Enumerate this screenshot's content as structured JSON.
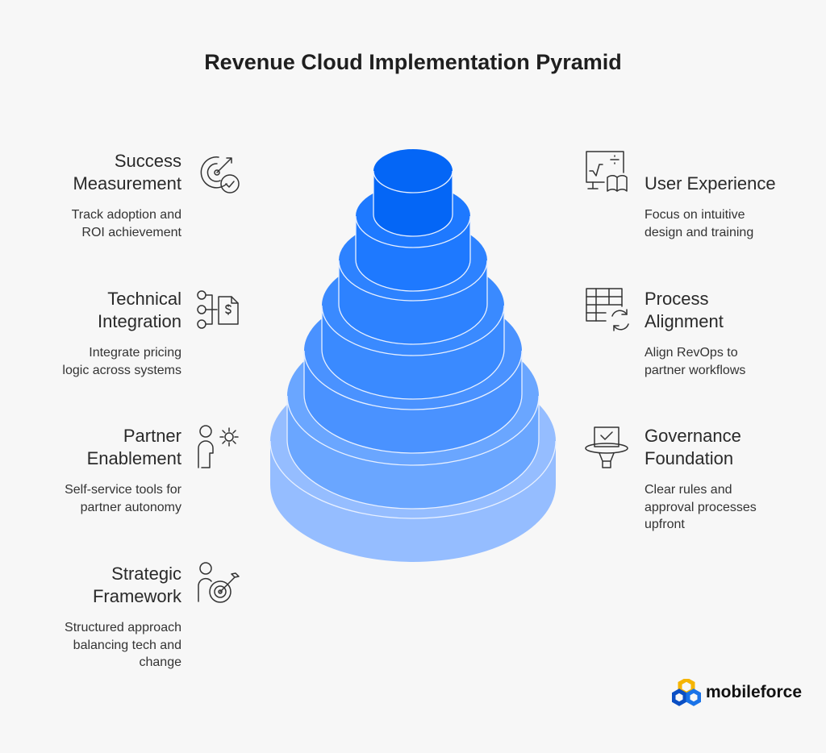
{
  "title": "Revenue Cloud Implementation Pyramid",
  "left": [
    {
      "title_lines": [
        "Success",
        "Measurement"
      ],
      "desc_lines": [
        "Track adoption and",
        "ROI achievement"
      ],
      "icon": "target-check-icon"
    },
    {
      "title_lines": [
        "Technical",
        "Integration"
      ],
      "desc_lines": [
        "Integrate pricing",
        "logic across systems"
      ],
      "icon": "integration-dollar-icon"
    },
    {
      "title_lines": [
        "Partner",
        "Enablement"
      ],
      "desc_lines": [
        "Self-service tools for",
        "partner autonomy"
      ],
      "icon": "person-gear-icon"
    },
    {
      "title_lines": [
        "Strategic",
        "Framework"
      ],
      "desc_lines": [
        "Structured approach",
        "balancing tech and",
        "change"
      ],
      "icon": "person-target-icon"
    }
  ],
  "right": [
    {
      "title_lines": [
        "User Experience"
      ],
      "desc_lines": [
        "Focus on intuitive",
        "design and training"
      ],
      "icon": "board-book-icon"
    },
    {
      "title_lines": [
        "Process",
        "Alignment"
      ],
      "desc_lines": [
        "Align RevOps to",
        "partner workflows"
      ],
      "icon": "table-sync-icon"
    },
    {
      "title_lines": [
        "Governance",
        "Foundation"
      ],
      "desc_lines": [
        "Clear rules and",
        "approval processes",
        "upfront"
      ],
      "icon": "ballot-podium-icon"
    }
  ],
  "pyramid_colors": [
    "#0466f6",
    "#1e79ff",
    "#2d82ff",
    "#3a8aff",
    "#4a92ff",
    "#6aa6ff",
    "#95bdff"
  ],
  "logo": {
    "text": "mobileforce",
    "colors": [
      "#f5b400",
      "#1a73e8",
      "#0b4fc4"
    ]
  }
}
